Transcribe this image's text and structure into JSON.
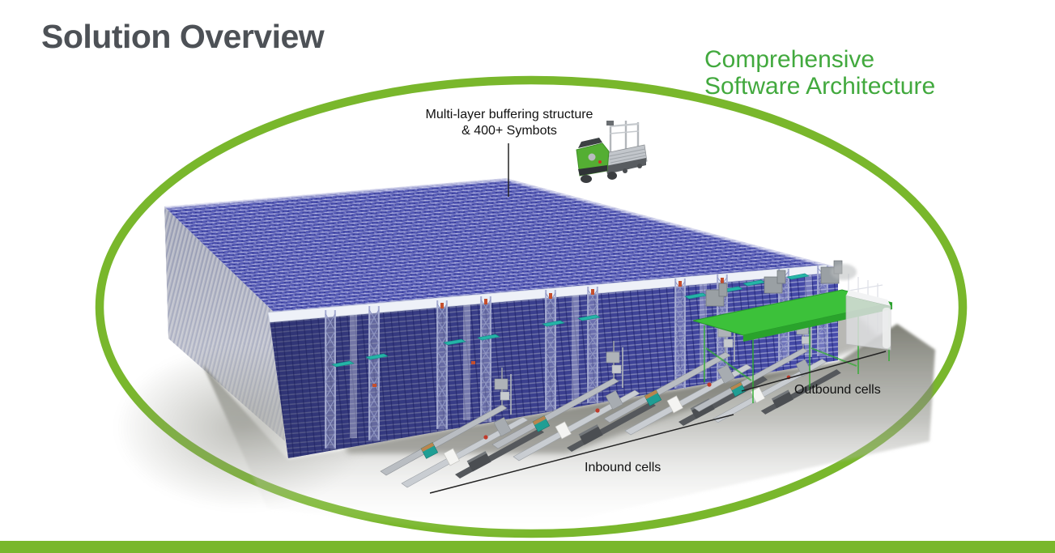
{
  "slide": {
    "title": "Solution Overview",
    "subtitle": {
      "line1": "Comprehensive",
      "line2": "Software Architecture"
    },
    "labels": {
      "buffer_line1": "Multi-layer buffering structure",
      "buffer_line2": "& 400+ Symbots",
      "outbound": "Outbound cells",
      "inbound": "Inbound cells"
    },
    "illustration": {
      "name": "automated-warehouse-3d-render",
      "elements": [
        "multi-layer-buffering-racking",
        "symbot-robot",
        "inbound-cells-conveyors",
        "outbound-cells-platform"
      ]
    },
    "colors": {
      "title_text": "#4d5156",
      "subtitle_green": "#42a93e",
      "accent_green": "#79b72c",
      "label_text": "#111111",
      "rack_blue": "#5459b8",
      "teal_accent": "#25b4a8",
      "outbound_deck_green": "#3cc13a"
    }
  }
}
